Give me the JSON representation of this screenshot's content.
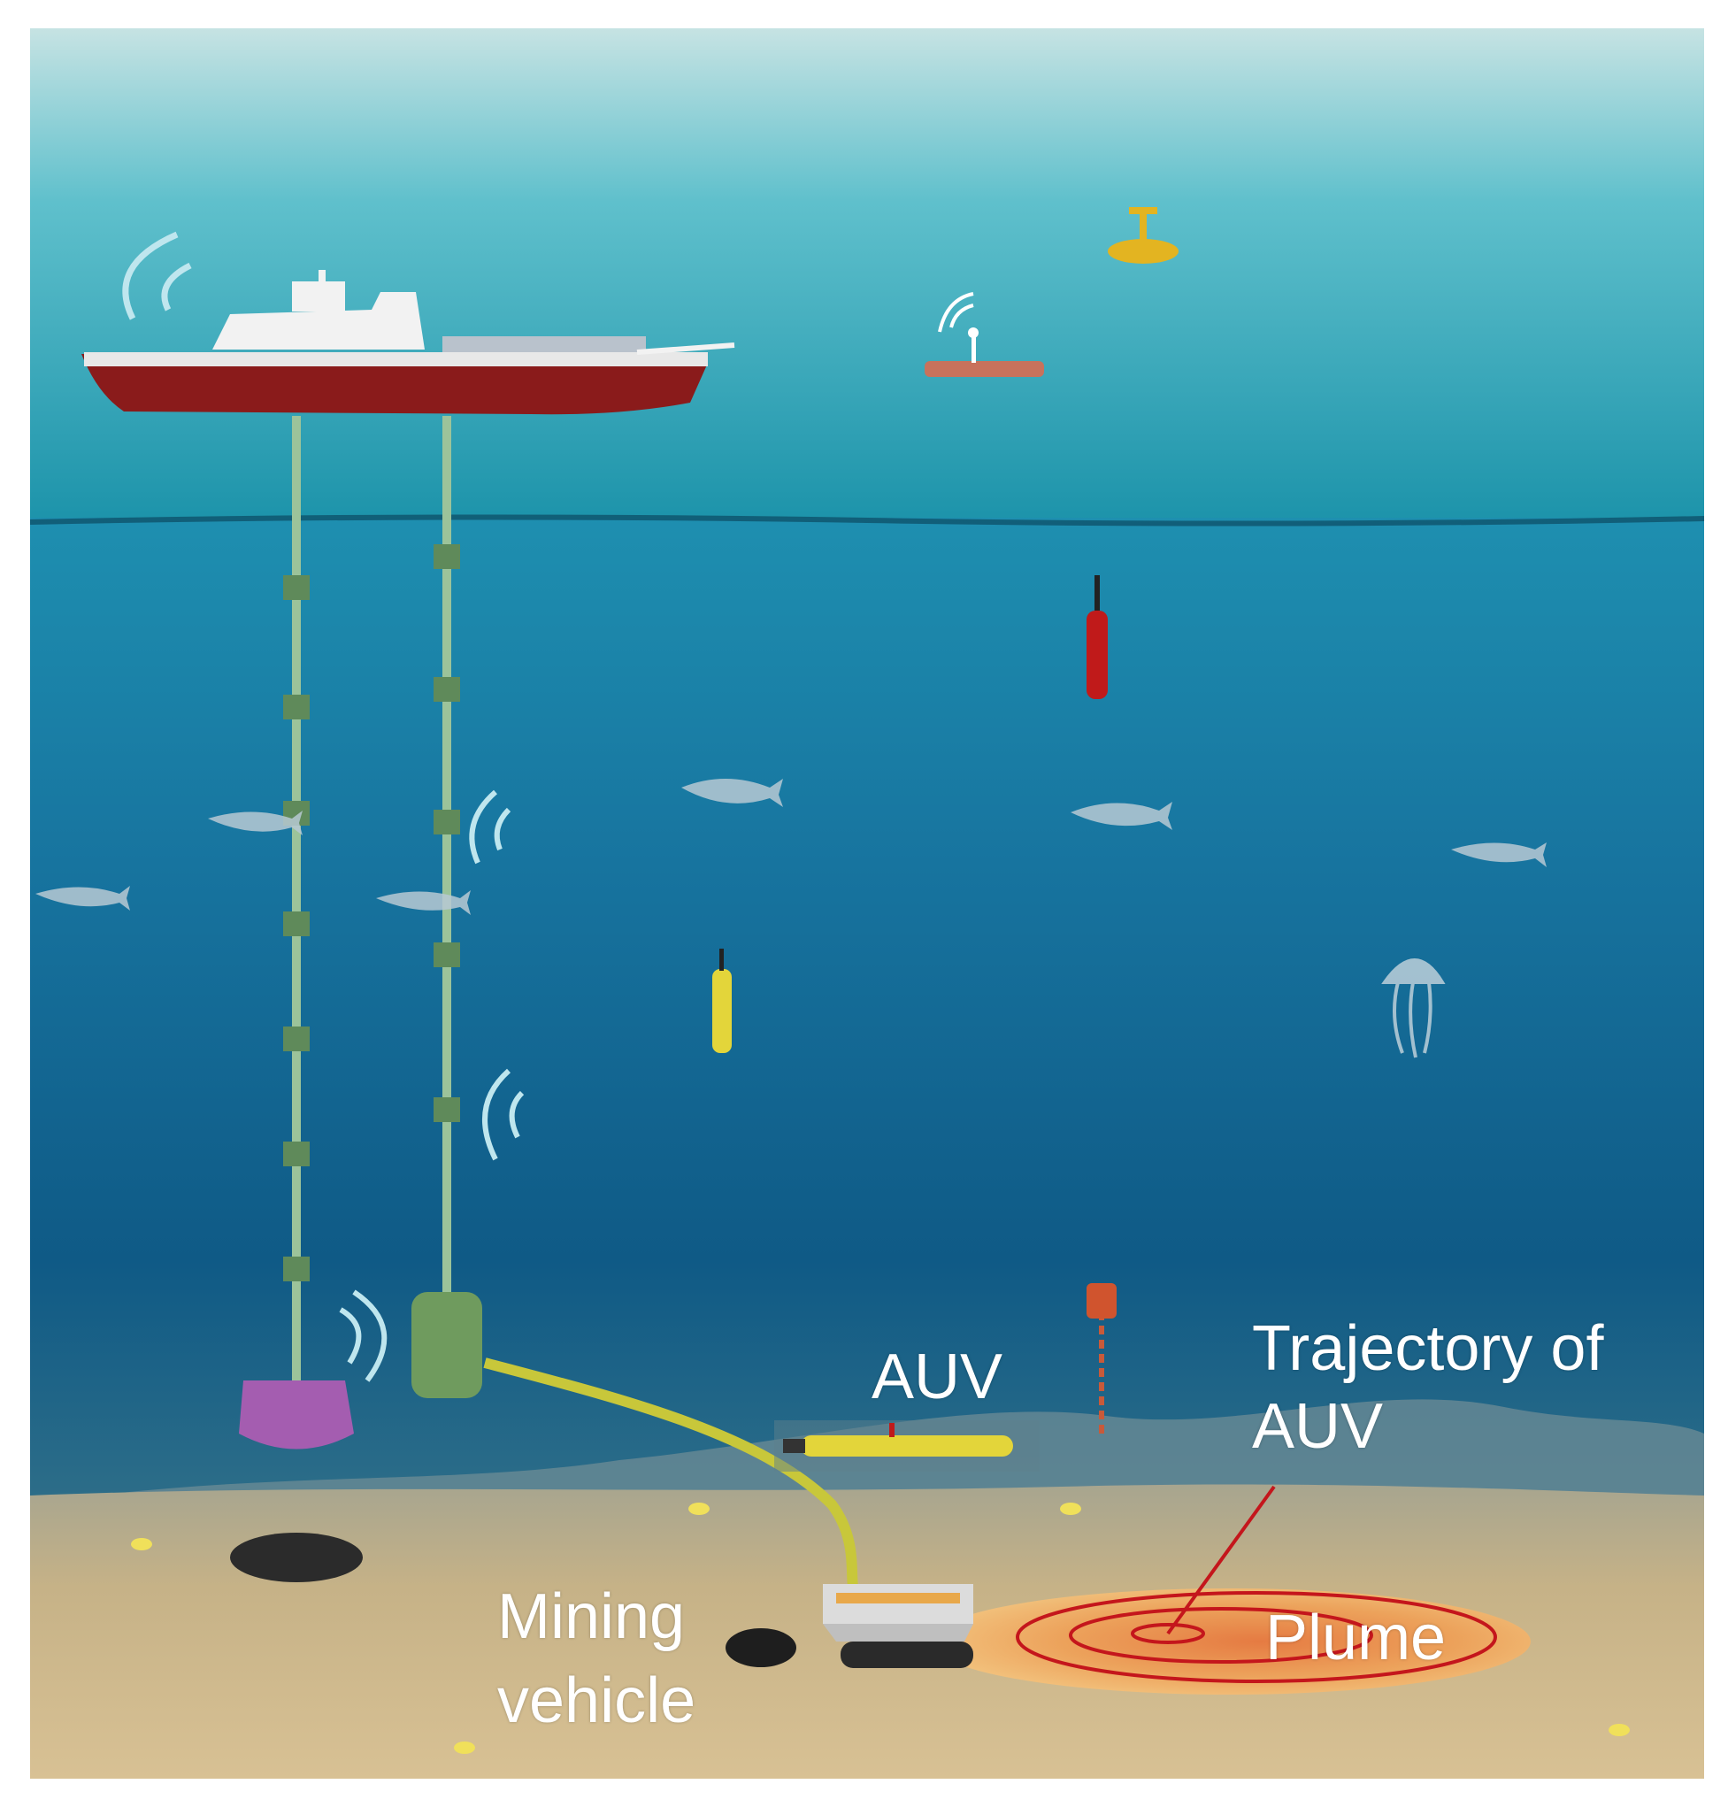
{
  "labels": {
    "auv": "AUV",
    "trajectory": "Trajectory of\nAUV",
    "mining_vehicle": "Mining\nvehicle",
    "plume": "Plume"
  },
  "colors": {
    "sky_top": "#a9d4d8",
    "sea_surface": "#1b8fa6",
    "deep_water": "#0f5a86",
    "seabed": "#c9b48a",
    "ship_hull": "#8a1b1b",
    "riser": "#6b9a62",
    "plume": "#f2a55a",
    "trajectory": "#c4161c",
    "auv_body": "#e3d53a"
  },
  "icons": [
    "ship-icon",
    "surface-buoy-icon",
    "usv-icon",
    "profiling-float-icon",
    "mooring-icon",
    "fish-icon",
    "jellyfish-icon",
    "acoustic-signal-icon",
    "riser-pipe-icon",
    "mining-vehicle-icon",
    "auv-icon",
    "seabed-node-icon"
  ]
}
